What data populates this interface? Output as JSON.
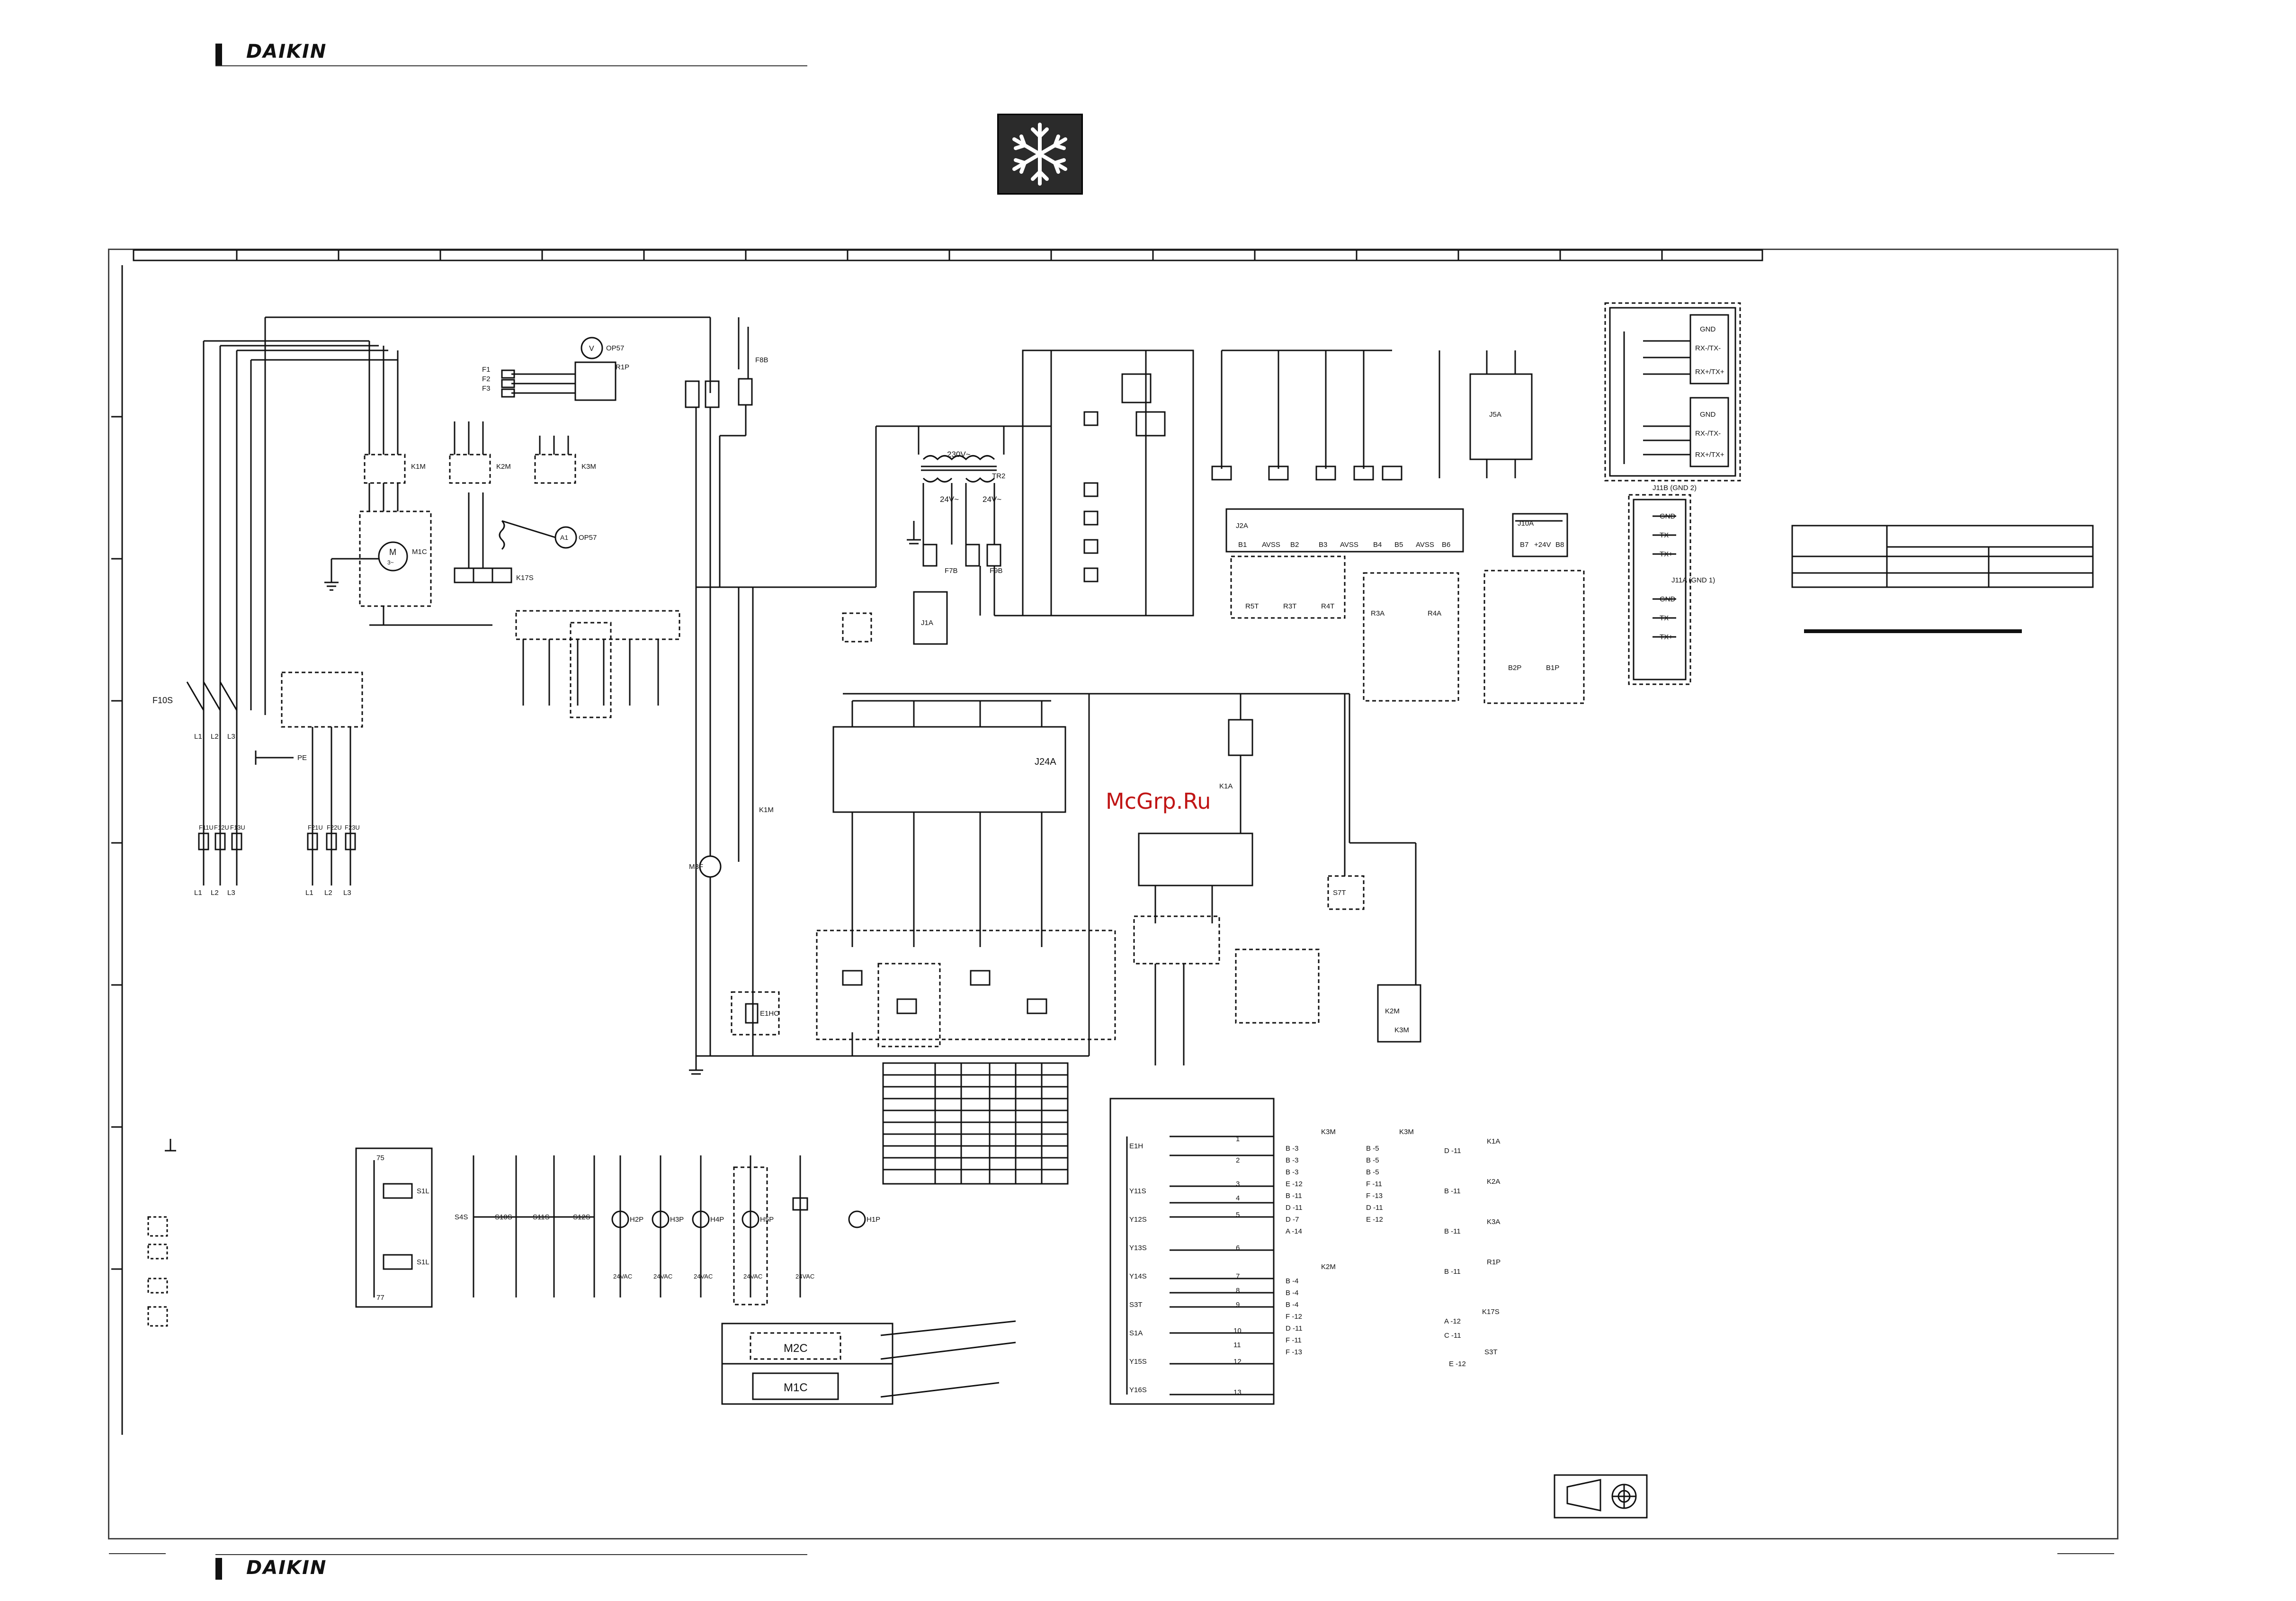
{
  "brand": "DAIKIN",
  "watermark": "McGrp.Ru",
  "icons": [
    "snowflake-icon",
    "projection-symbol-icon",
    "ground-icon"
  ],
  "colors": {
    "line": "#111111",
    "frame": "#444444",
    "watermark": "#c01515",
    "icon_bg": "#2b2b2b"
  },
  "power": {
    "fuse_main": "F10S",
    "lines": [
      "L1",
      "L2",
      "L3"
    ],
    "phase_fuses": [
      "F1",
      "F2",
      "F3"
    ],
    "pe": "PE",
    "line_fuses_left": [
      "F11U",
      "F12U",
      "F13U"
    ],
    "line_fuses_right": [
      "F21U",
      "F22U",
      "F23U"
    ],
    "line_labels_left": [
      "L1",
      "L2",
      "L3"
    ],
    "line_labels_right": [
      "L1",
      "L2",
      "L3"
    ]
  },
  "components": {
    "contactors": [
      "K1M",
      "K2M",
      "K3M"
    ],
    "motor": "M1C",
    "motor_symbol": "M",
    "motor_phase": "3~",
    "meters": [
      "OP57",
      "OP57"
    ],
    "meter_v": "V",
    "meter_a": "A1",
    "relay_r1p": "R1P",
    "overload": "K17S",
    "fuse_f8b": "F8B",
    "transformer": "TR2",
    "tr_primary": "230V~",
    "tr_secondary_a": "24V~",
    "tr_secondary_b": "24V~",
    "fuse_f7b": "F7B",
    "fuse_f9b": "F9B",
    "j1a": "J1A",
    "j24a": "J24A",
    "j5a": "J5A",
    "j2a": "J2A",
    "fan_motor": "M3F",
    "heater": "E1HC",
    "k1m_contact": "K1M",
    "s7t": "S7T",
    "k2m": "K2M",
    "k3m": "K3M",
    "k1a": "K1A",
    "r1p": "R1P",
    "j11b": "J11B (GND 2)",
    "j11a": "J11A (GND 1)",
    "j10a": "J10A",
    "gnd": "GND",
    "rx_tx_plus": "RX+/TX+",
    "rx_tx_minus": "RX-/TX-",
    "tx_plus": "TX+",
    "tx_minus": "TX-",
    "avss": "AVSS",
    "analog_inputs": [
      "B1",
      "AVSS",
      "B2",
      "B3",
      "AVSS",
      "B4",
      "B5",
      "AVSS",
      "B6"
    ],
    "b_inputs": [
      "B7",
      "+24V",
      "B8"
    ],
    "sensors": [
      "R5T",
      "R3T",
      "R4T"
    ],
    "pressure": [
      "R3A",
      "R4A",
      "B2P",
      "B1P"
    ],
    "s1l": "S1L",
    "s1l_nums": [
      "75",
      "77"
    ],
    "s1l_box": "S1L",
    "s1l_box2": "S1L",
    "selectors": [
      "S4S",
      "S10S",
      "S11S",
      "S12S"
    ],
    "lamps": [
      "H2P",
      "H3P",
      "H4P",
      "H5P",
      "H1P"
    ],
    "vac": [
      "24VAC",
      "24VAC",
      "24VAC",
      "24VAC",
      "24VAC"
    ],
    "valves": [
      "Y11S",
      "Y12S",
      "Y13S",
      "Y14S",
      "Y15S",
      "Y16S"
    ],
    "m2c": "M2C",
    "m1c": "M1C",
    "e1h": "E1H",
    "s1a": "S1A",
    "k2a": "K2A",
    "k3a": "K3A"
  },
  "cross_ref": {
    "k3m_header": "K3M",
    "k2m_header": "K2M",
    "k1a_label": "K1A",
    "k2a_label": "K2A",
    "k3a_label": "K3A",
    "r1p_label": "R1P",
    "k17s_label": "K17S",
    "s3t_label": "S3T",
    "k3m_rows": [
      "B -3",
      "B -3",
      "B -3",
      "E -12",
      "B -11",
      "D -11",
      "D -7",
      "A -14"
    ],
    "k3m_rows_b": [
      "B -5",
      "B -5",
      "B -5",
      "F -11",
      "F -13",
      "D -11",
      "E -12"
    ],
    "k2m_rows": [
      "B -4",
      "B -4",
      "B -4",
      "F -12",
      "D -11",
      "F -11",
      "F -13"
    ],
    "relay_rows": [
      "D -11",
      "B -11",
      "B -11",
      "B -11"
    ],
    "k17s_rows": [
      "A -12",
      "C -11"
    ],
    "s3t_rows": [
      "E -12"
    ]
  },
  "terminal_strip": [
    "1",
    "2",
    "3",
    "4",
    "5",
    "6",
    "7",
    "8",
    "9",
    "10",
    "11",
    "12",
    "13"
  ],
  "terminal_devices": [
    "E1H",
    "Y11S",
    "Y12S",
    "Y13S",
    "Y14S",
    "S3T",
    "S1A",
    "Y15S",
    "Y16S"
  ]
}
